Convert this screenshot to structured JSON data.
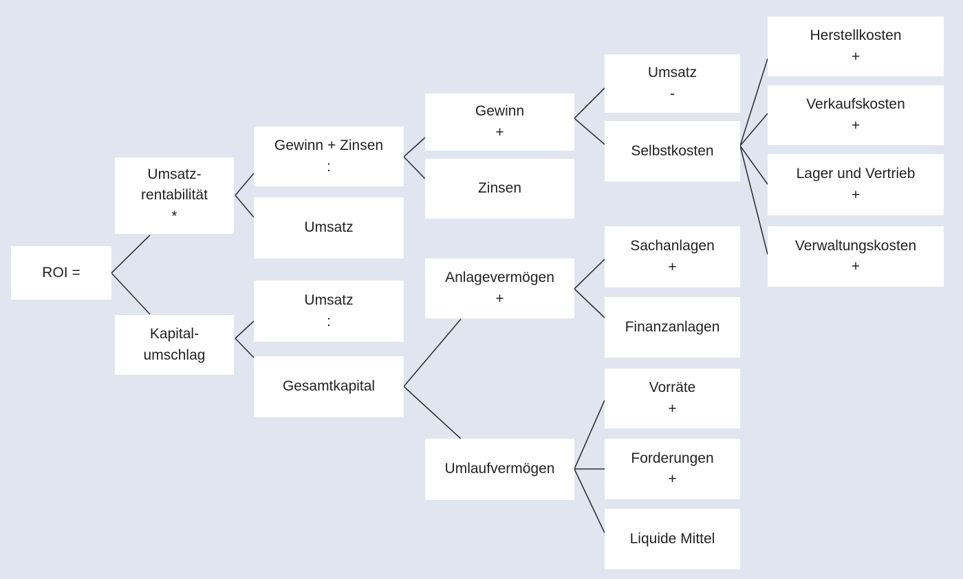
{
  "colors": {
    "background": "#e1e5ef",
    "box": "#ffffff",
    "line": "#333333"
  },
  "nodes": {
    "roi": {
      "line1": "ROI =",
      "line2": ""
    },
    "umsatzrentabilitaet": {
      "line1": "Umsatz-",
      "line2": "rentabilität",
      "op": "*"
    },
    "kapitalumschlag": {
      "line1": "Kapital-",
      "line2": "umschlag"
    },
    "gewinn_zinsen": {
      "line1": "Gewinn + Zinsen",
      "op": ":"
    },
    "umsatz_a": {
      "line1": "Umsatz"
    },
    "umsatz_b": {
      "line1": "Umsatz",
      "op": ":"
    },
    "gesamtkapital": {
      "line1": "Gesamtkapital"
    },
    "gewinn": {
      "line1": "Gewinn",
      "op": "+"
    },
    "zinsen": {
      "line1": "Zinsen"
    },
    "anlagevermoegen": {
      "line1": "Anlagevermögen",
      "op": "+"
    },
    "umlaufvermoegen": {
      "line1": "Umlaufvermögen"
    },
    "umsatz_c": {
      "line1": "Umsatz",
      "op": "-"
    },
    "selbstkosten": {
      "line1": "Selbstkosten"
    },
    "sachanlagen": {
      "line1": "Sachanlagen",
      "op": "+"
    },
    "finanzanlagen": {
      "line1": "Finanzanlagen"
    },
    "vorraete": {
      "line1": "Vorräte",
      "op": "+"
    },
    "forderungen": {
      "line1": "Forderungen",
      "op": "+"
    },
    "liquide_mittel": {
      "line1": "Liquide Mittel"
    },
    "herstellkosten": {
      "line1": "Herstellkosten",
      "op": "+"
    },
    "verkaufskosten": {
      "line1": "Verkaufskosten",
      "op": "+"
    },
    "lager_vertrieb": {
      "line1": "Lager und Vertrieb",
      "op": "+"
    },
    "verwaltungskosten": {
      "line1": "Verwaltungskosten",
      "op": "+"
    }
  }
}
